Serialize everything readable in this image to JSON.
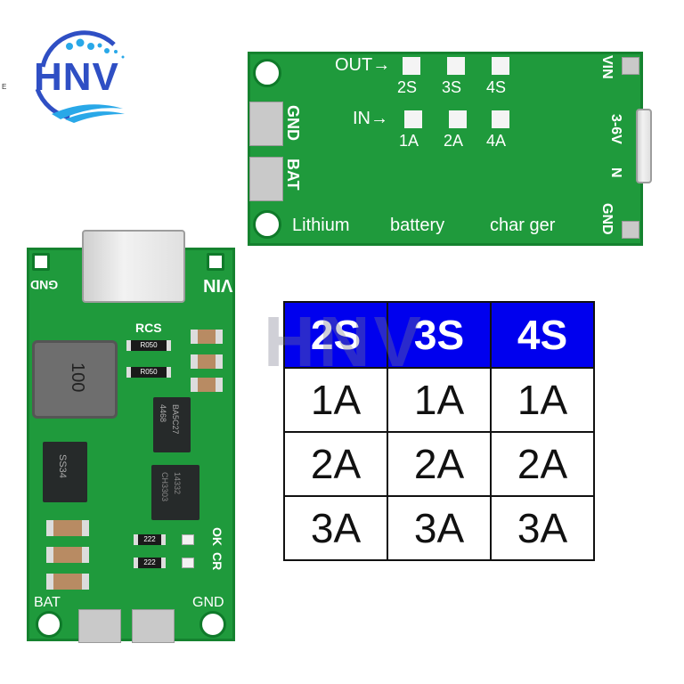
{
  "brand": {
    "logo_text": "HNV",
    "watermark": "HNV",
    "stray_char": "E",
    "colors": {
      "logo_blue": "#2f4fc4",
      "logo_cyan": "#29a8e8"
    }
  },
  "board_top": {
    "out_label": "OUT→",
    "in_label": "IN→",
    "out_options": [
      "2S",
      "3S",
      "4S"
    ],
    "in_options": [
      "1A",
      "2A",
      "4A"
    ],
    "left_pins": [
      "GND",
      "BAT"
    ],
    "right_labels": [
      "VIN",
      "3-6V",
      "N",
      "GND"
    ],
    "bottom_text": [
      "Lithium",
      "battery",
      "char ger"
    ],
    "color": "#1f9a3c"
  },
  "board_left": {
    "top_labels": [
      "GND",
      "VIN"
    ],
    "rcs_label": "RCS",
    "resistors": [
      "R050",
      "R050"
    ],
    "inductor_label": "100",
    "diode_label": "SS34",
    "ic1": [
      "4468",
      "BA5C27"
    ],
    "ic2": [
      "CH3303",
      "14332"
    ],
    "small_resistors": [
      "222",
      "222"
    ],
    "led_labels": [
      "OK",
      "CR"
    ],
    "bottom_labels": [
      "BAT",
      "GND"
    ]
  },
  "spec_table": {
    "headers": [
      "2S",
      "3S",
      "4S"
    ],
    "rows": [
      [
        "1A",
        "1A",
        "1A"
      ],
      [
        "2A",
        "2A",
        "2A"
      ],
      [
        "3A",
        "3A",
        "3A"
      ]
    ],
    "header_color": "#0000ee"
  }
}
